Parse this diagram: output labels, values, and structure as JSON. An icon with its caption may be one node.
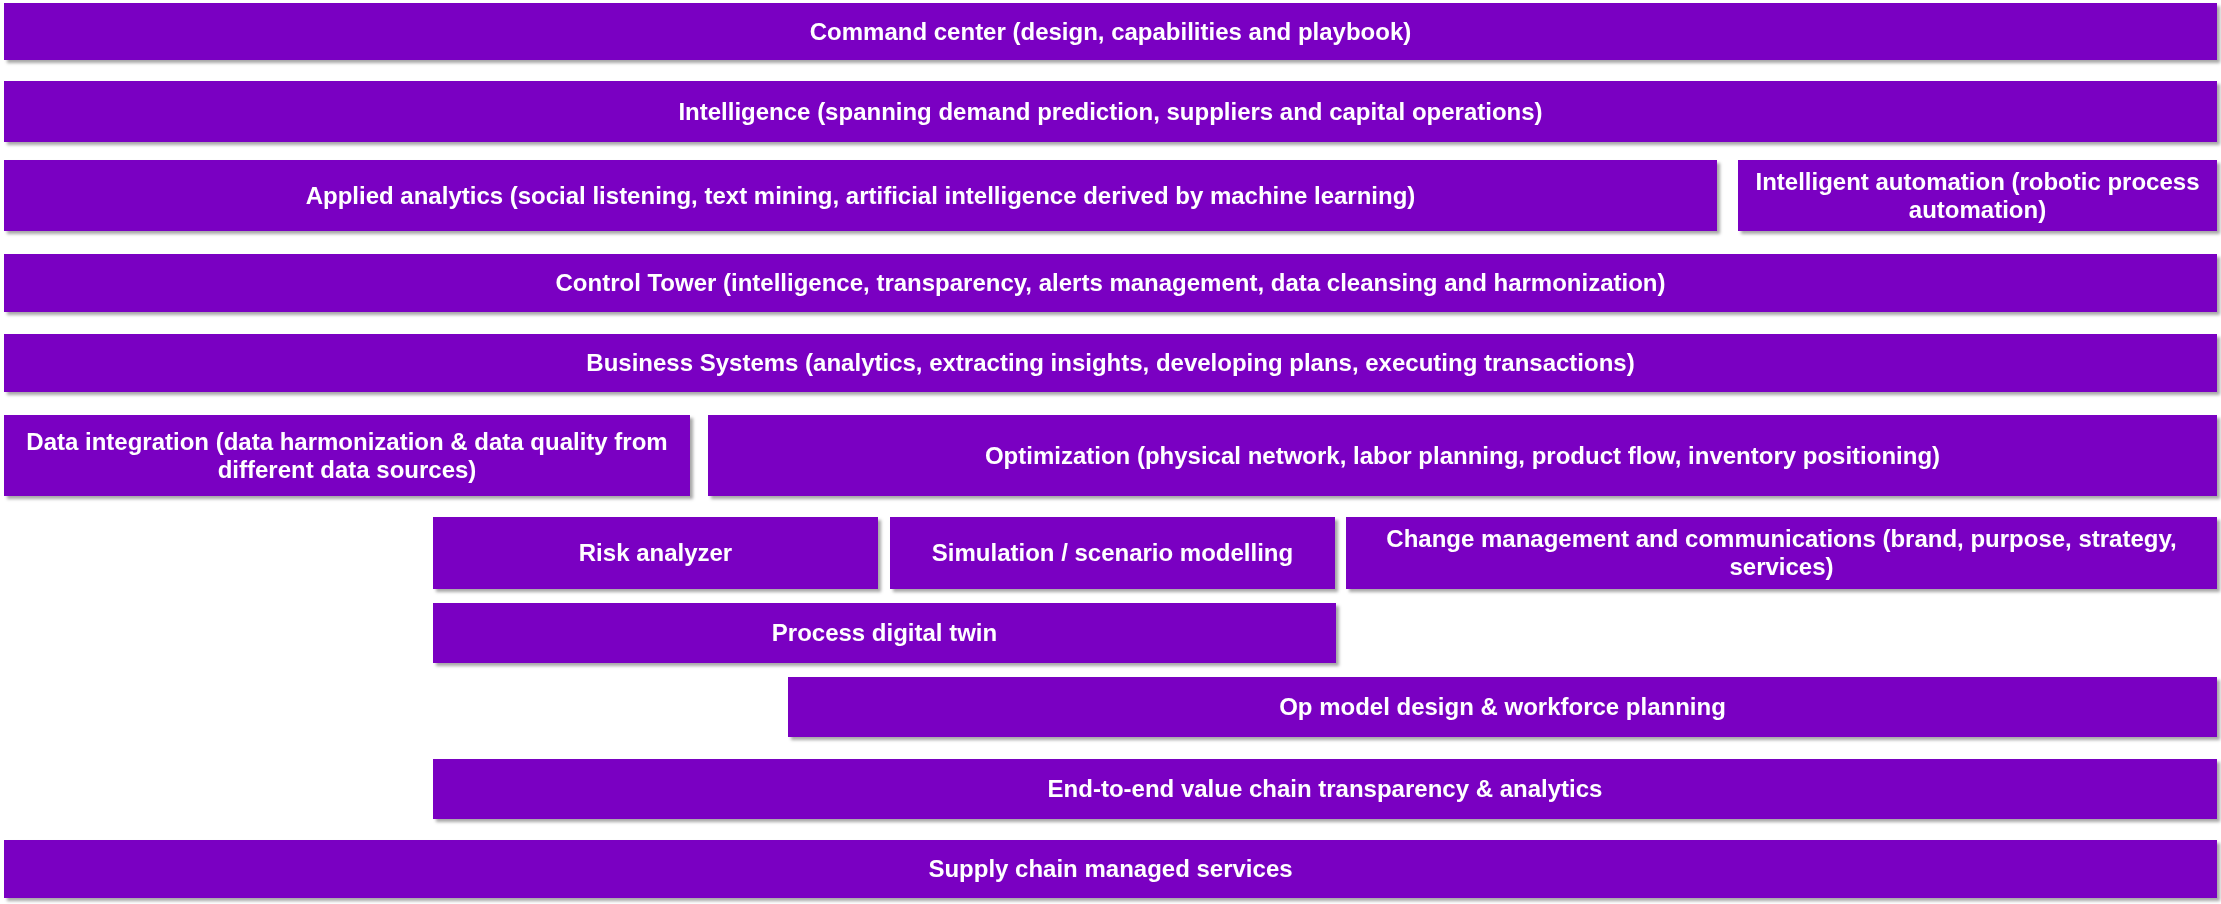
{
  "diagram": {
    "nodes": [
      {
        "text": [
          "Command center (design, capabilities and playbook)"
        ]
      },
      {
        "text": [
          "Intelligence (spanning demand prediction, suppliers and capital operations)"
        ]
      },
      {
        "text": [
          "Applied analytics  (social listening, text mining, artificial intelligence derived by machine learning)"
        ]
      },
      {
        "text": [
          "Intelligent automation (robotic process automation)"
        ]
      },
      {
        "text": [
          "Control Tower (intelligence, transparency, alerts management, data cleansing and harmonization)"
        ]
      },
      {
        "text": [
          "Business Systems (analytics, extracting insights, developing plans, executing transactions)"
        ]
      },
      {
        "text": [
          "Data integration (data harmonization & data quality from different data sources)"
        ]
      },
      {
        "text": [
          "Optimization (physical network, labor planning, product flow, inventory positioning)"
        ]
      },
      {
        "text": [
          "Risk analyzer"
        ]
      },
      {
        "text": [
          "Simulation / scenario modelling"
        ]
      },
      {
        "text": [
          "Change management and communications (brand, purpose, strategy, services)"
        ]
      },
      {
        "text": [
          "Process digital twin"
        ]
      },
      {
        "text": [
          "Op model design & workforce planning"
        ]
      },
      {
        "text": [
          "End-to-end value chain transparency & analytics"
        ]
      },
      {
        "text": [
          "Supply chain managed services"
        ]
      }
    ]
  }
}
